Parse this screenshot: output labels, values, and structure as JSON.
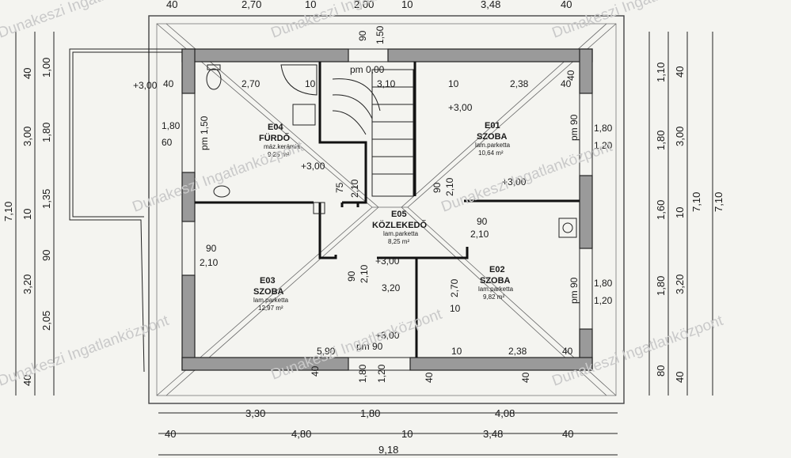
{
  "rooms": [
    {
      "id": "E04",
      "name": "FÜRDŐ",
      "floor": "máz.kerámia",
      "area": "9,25 m²"
    },
    {
      "id": "E01",
      "name": "SZOBA",
      "floor": "lam.parketta",
      "area": "10,64 m²"
    },
    {
      "id": "E05",
      "name": "KÖZLEKEDŐ",
      "floor": "lam.parketta",
      "area": "8,25 m²"
    },
    {
      "id": "E03",
      "name": "SZOBA",
      "floor": "lam.parketta",
      "area": "12,97 m²"
    },
    {
      "id": "E02",
      "name": "SZOBA",
      "floor": "lam.parketta",
      "area": "9,82 m²"
    }
  ],
  "watermark": "Dunakeszi Ingatlanközpont",
  "dims": {
    "top": [
      "40",
      "2,70",
      "10",
      "2,00",
      "10",
      "3,48",
      "40"
    ],
    "bottom1": [
      "3,30",
      "1,80",
      "4,08"
    ],
    "bottom2": [
      "40",
      "4,80",
      "10",
      "3,48",
      "40"
    ],
    "total_width": "9,18",
    "left_outer": [
      "7,10"
    ],
    "left_mid": [
      "40",
      "3,00",
      "10",
      "3,20",
      "40"
    ],
    "left_inner": [
      "1,00",
      "1,80",
      "1,35",
      "90",
      "2,05"
    ],
    "right_inner": [
      "1,10",
      "1,80",
      "1,60",
      "1,80",
      "80"
    ],
    "right_mid": [
      "40",
      "3,00",
      "10",
      "3,20",
      "40"
    ],
    "right_outer": "7,10",
    "heights": [
      "+3,00",
      "+3,00",
      "+3,00",
      "+3,00",
      "+3,00"
    ],
    "in": [
      "2,70",
      "10",
      "40",
      "1,80",
      "60",
      "pm 1,50",
      "pm 0,00",
      "3,10",
      "10",
      "2,38",
      "40",
      "pm 90",
      "1,80",
      "1,20",
      "75",
      "2,10",
      "90",
      "2,10",
      "90",
      "2,10",
      "90",
      "2,10",
      "90",
      "2,10",
      "3,20",
      "2,70",
      "10",
      "pm 90",
      "1,80",
      "1,20",
      "5,90",
      "pm 90",
      "10",
      "2,38",
      "40",
      "1,80",
      "1,20",
      "40",
      "40",
      "90",
      "1,50",
      "40",
      "40"
    ]
  }
}
